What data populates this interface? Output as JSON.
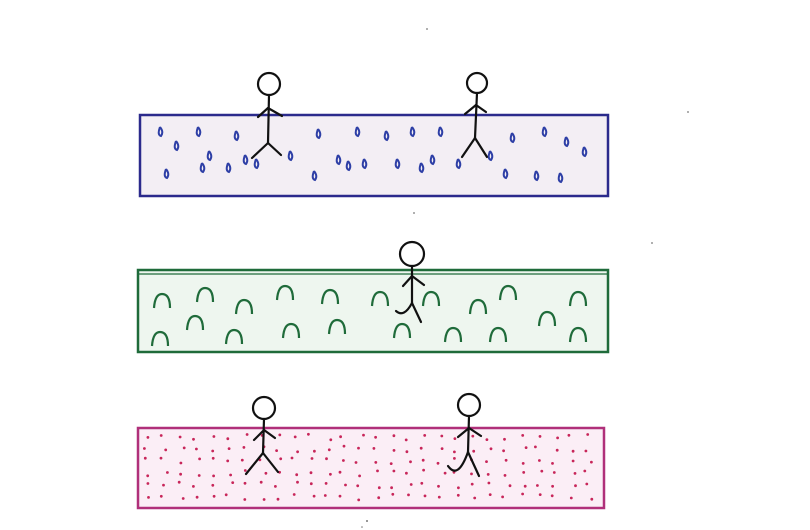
{
  "colors": {
    "background": "#ffffff",
    "ink": "#111111",
    "panel_blue_fill": "#f3eef4",
    "panel_blue_border": "#2b2a8c",
    "panel_blue_marks": "#2e3fa6",
    "panel_green_fill": "#eef6ef",
    "panel_green_border": "#1f6b3a",
    "panel_green_marks": "#1f6b3a",
    "panel_pink_fill": "#fbeef6",
    "panel_pink_border": "#b0307a",
    "panel_pink_marks": "#c8265a"
  },
  "panels": [
    {
      "name": "panel-blue",
      "mark": "droplet",
      "figures": 2
    },
    {
      "name": "panel-green",
      "mark": "arc",
      "figures": 1
    },
    {
      "name": "panel-pink",
      "mark": "dot",
      "figures": 2
    }
  ]
}
